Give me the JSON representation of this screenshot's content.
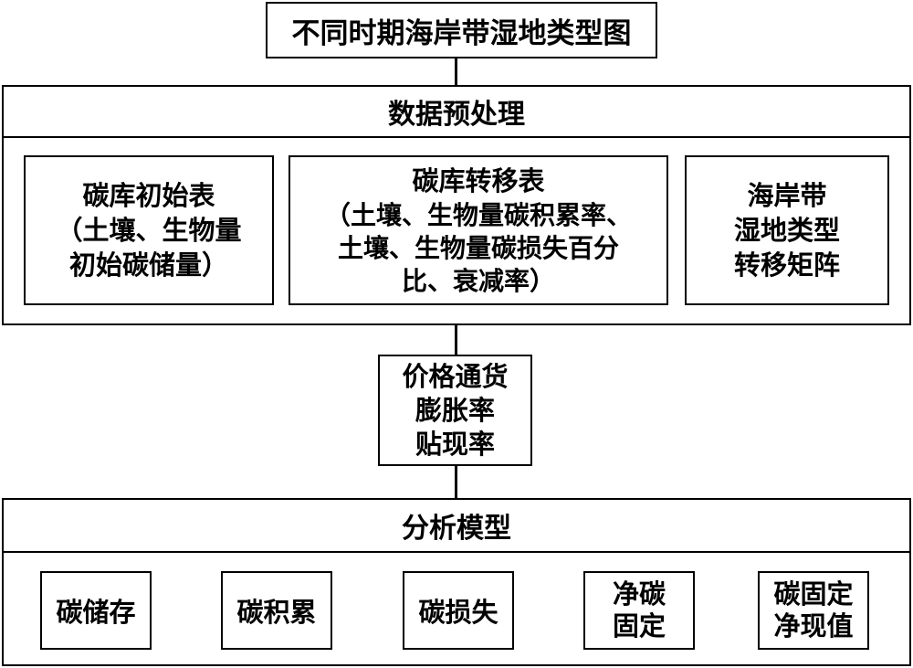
{
  "top": {
    "title": "不同时期海岸带湿地类型图"
  },
  "preprocess": {
    "title": "数据预处理",
    "box1": "碳库初始表\n（土壤、生物量\n初始碳储量）",
    "box2_title": "碳库转移表",
    "box2_body": "（土壤、生物量碳积累率、\n土壤、生物量碳损失百分\n比、衰减率）",
    "box3": "海岸带\n湿地类型\n转移矩阵"
  },
  "middle": {
    "label": "价格通货\n膨胀率\n贴现率"
  },
  "model": {
    "title": "分析模型",
    "items": [
      "碳储存",
      "碳积累",
      "碳损失",
      "净碳\n固定",
      "碳固定\n净现值"
    ]
  }
}
